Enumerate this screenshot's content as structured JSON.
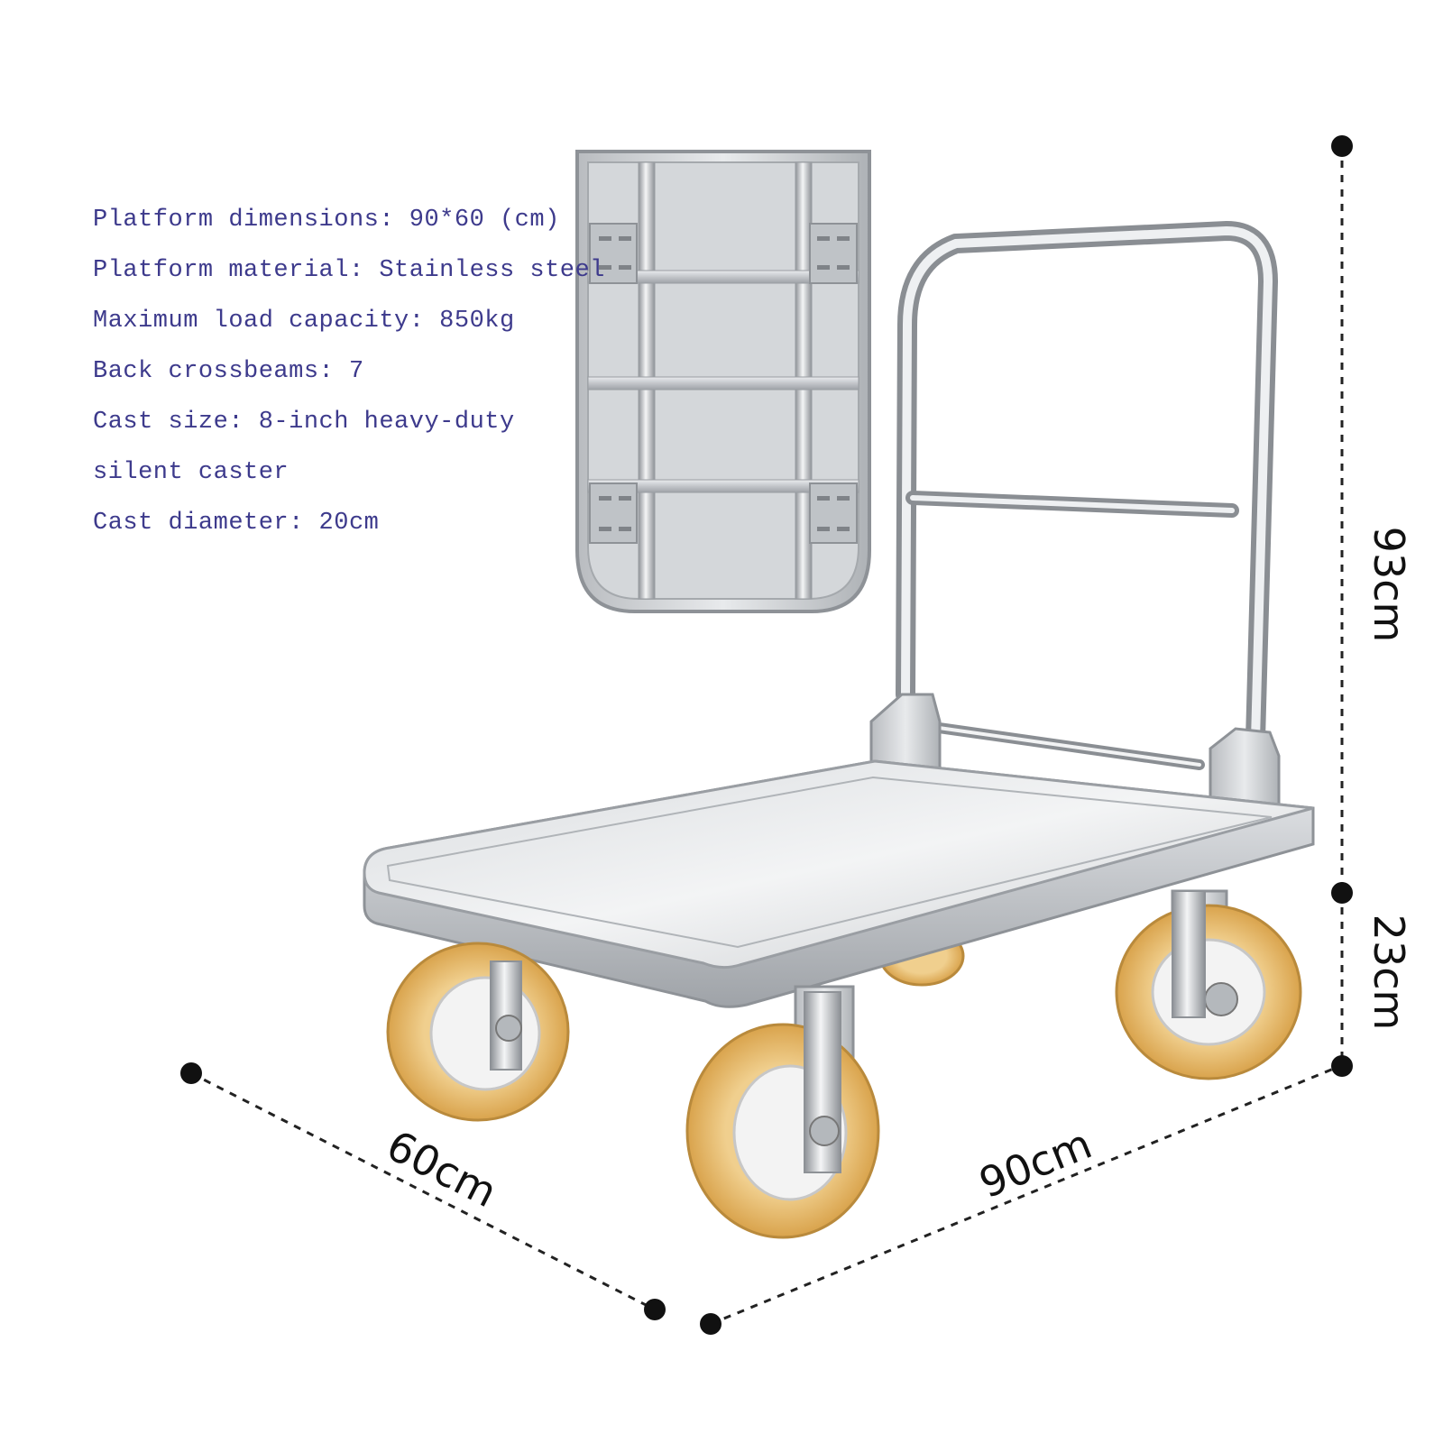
{
  "specs": [
    "Platform dimensions: 90*60 (cm)",
    "Platform material: Stainless steel",
    "Maximum load capacity: 850kg",
    "Back crossbeams: 7",
    "Cast size: 8-inch heavy-duty",
    "silent caster",
    "Cast diameter: 20cm"
  ],
  "dimensions": {
    "height_handle": "93cm",
    "height_wheel": "23cm",
    "width": "60cm",
    "length": "90cm"
  },
  "colors": {
    "spec_text": "#3d3a8c",
    "steel": "#c9ccd0",
    "wheel_tire": "#e0b25f",
    "wheel_hub": "#f2f2f2"
  }
}
